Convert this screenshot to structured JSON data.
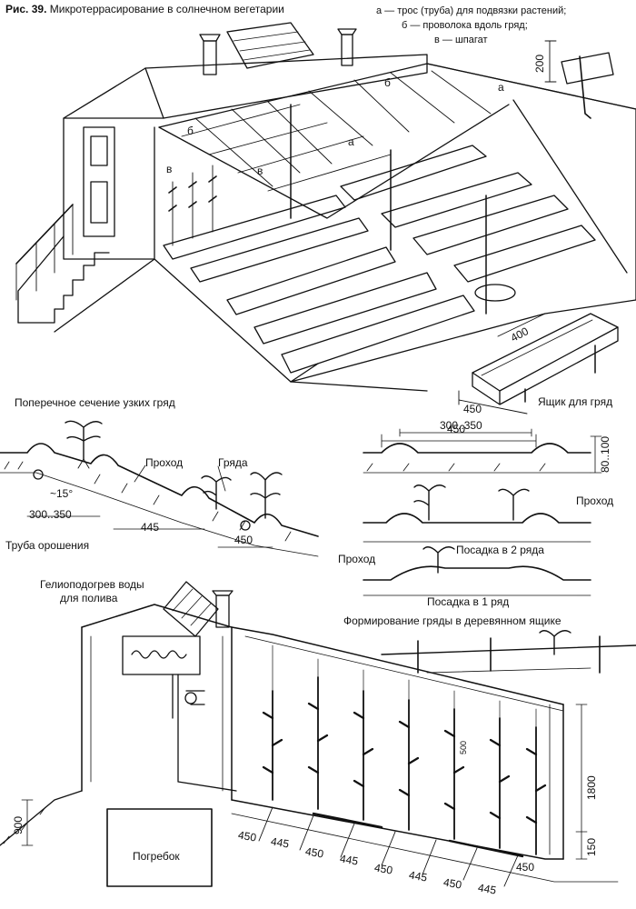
{
  "figure": {
    "number": "Рис. 39.",
    "caption": "Микротеррасирование в солнечном вегетарии"
  },
  "legend": {
    "a": "а — трос (труба) для подвязки растений;",
    "b": "б — проволока вдоль гряд;",
    "v": "в — шпагат"
  },
  "top": {
    "letter_a": "а",
    "letter_b": "б",
    "letter_v": "в",
    "dim_200": "200",
    "dim_400": "400",
    "dim_450": "450",
    "box_label": "Ящик для гряд"
  },
  "cross_section": {
    "title": "Поперечное сечение узких гряд",
    "passage": "Проход",
    "bed": "Гряда",
    "angle": "~15°",
    "dim_300_350": "300..350",
    "dim_445": "445",
    "dim_450": "450",
    "pipe": "Труба орошения"
  },
  "planting": {
    "dim_450": "450",
    "dim_300_350": "300..350",
    "dim_80_100": "80..100",
    "passage_right": "Проход",
    "two_rows": "Посадка в 2 ряда",
    "passage_left": "Проход",
    "one_row": "Посадка в 1 ряд"
  },
  "box_forming": "Формирование гряды в деревянном ящике",
  "heating": {
    "line1": "Гелиоподогрев воды",
    "line2": "для полива"
  },
  "bottom": {
    "cellar": "Погребок",
    "dim_900": "900",
    "dim_1800": "1800",
    "dim_150": "150",
    "dim_500": "500",
    "dims_row": [
      "450",
      "445",
      "450",
      "445",
      "450",
      "445",
      "450",
      "445",
      "450"
    ]
  }
}
